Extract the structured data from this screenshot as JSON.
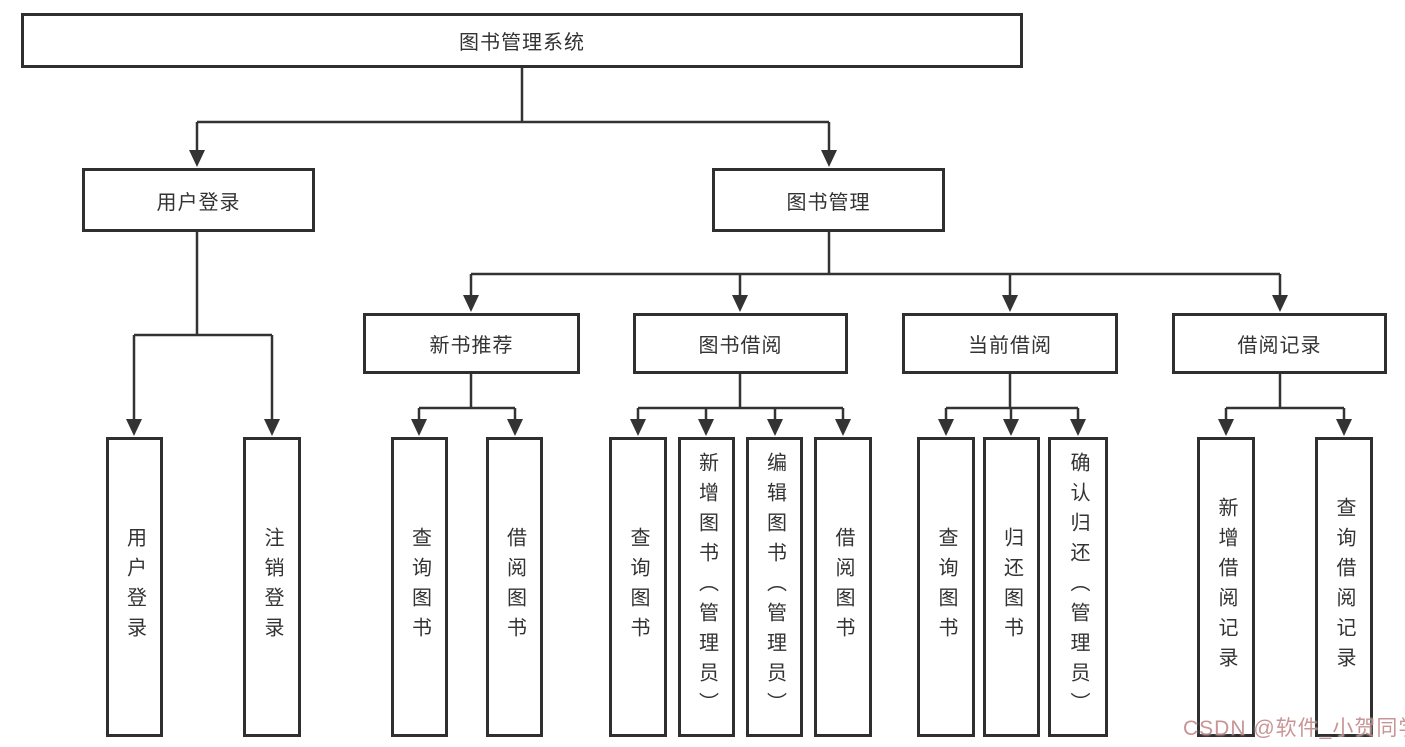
{
  "diagram": {
    "tree": {
      "root": {
        "label": "图书管理系统",
        "children": [
          {
            "label": "用户登录",
            "children": [
              {
                "label": "用户登录"
              },
              {
                "label": "注销登录"
              }
            ]
          },
          {
            "label": "图书管理",
            "children": [
              {
                "label": "新书推荐",
                "children": [
                  {
                    "label": "查询图书"
                  },
                  {
                    "label": "借阅图书"
                  }
                ]
              },
              {
                "label": "图书借阅",
                "children": [
                  {
                    "label": "查询图书"
                  },
                  {
                    "label": "新增图书（管理员）"
                  },
                  {
                    "label": "编辑图书（管理员）"
                  },
                  {
                    "label": "借阅图书"
                  }
                ]
              },
              {
                "label": "当前借阅",
                "children": [
                  {
                    "label": "查询图书"
                  },
                  {
                    "label": "归还图书"
                  },
                  {
                    "label": "确认归还（管理员）"
                  }
                ]
              },
              {
                "label": "借阅记录",
                "children": [
                  {
                    "label": "新增借阅记录"
                  },
                  {
                    "label": "查询借阅记录"
                  }
                ]
              }
            ]
          }
        ]
      }
    },
    "watermark": "CSDN @软件_小贺同学",
    "colors": {
      "line": "#333333",
      "border": "#2f2f2f",
      "text": "#333333",
      "watermark": "#be8282"
    }
  }
}
